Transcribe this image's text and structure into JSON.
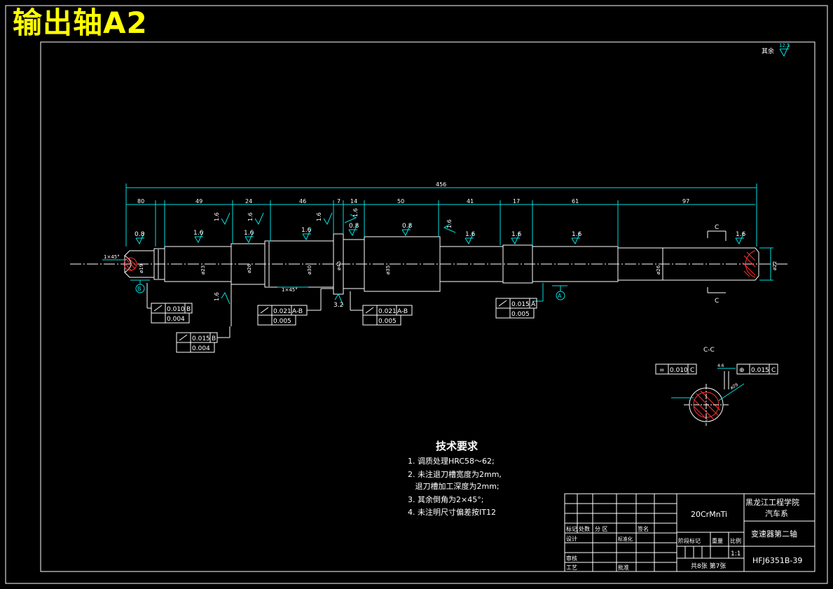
{
  "sheet_title": "输出轴A2",
  "roughness_note": {
    "label": "其余",
    "value": "12.5"
  },
  "overall_length": "456",
  "segment_dims": [
    "80",
    "49",
    "24",
    "46",
    "7",
    "14",
    "50",
    "41",
    "17",
    "61",
    "97"
  ],
  "roughness_values": [
    "0.8",
    "1.6",
    "1.6",
    "1.6",
    "1.6",
    "1.6",
    "1.6",
    "0.8",
    "0.8",
    "1.6",
    "1.6",
    "1.6",
    "1.6",
    "1.6",
    "1.6",
    "1.6",
    "3.2"
  ],
  "diameters": [
    "ø19",
    "ø23",
    "ø26",
    "ø30",
    "ø35",
    "ø45",
    "ø26",
    "ø22"
  ],
  "chamfer_left": "1×45°",
  "chamfer_mid": "1×45°",
  "datum_b": "B",
  "datum_a": "A",
  "section_c": "C",
  "section_view_label": "C-C",
  "section_dim": "4.6",
  "spline_label": "ø29",
  "tolerance_frames": [
    {
      "value": "0.010",
      "datum": "B",
      "flat": "0.004"
    },
    {
      "value": "0.015",
      "datum": "B",
      "flat": "0.004"
    },
    {
      "value": "0.021",
      "datum": "A-B",
      "flat": "0.005"
    },
    {
      "value": "0.021",
      "datum": "A-B",
      "flat": "0.005"
    },
    {
      "value": "0.015",
      "datum": "A",
      "flat": "0.005"
    }
  ],
  "section_tolerances": [
    {
      "symbol": "=",
      "value": "0.010",
      "datum": "C"
    },
    {
      "symbol": "⊕",
      "value": "0.015",
      "datum": "C"
    }
  ],
  "tech_requirements": {
    "heading": "技术要求",
    "items": [
      "1. 调质处理HRC58～62;",
      "2. 未注退刀槽宽度为2mm,",
      "   退刀槽加工深度为2mm;",
      "3. 其余倒角为2×45°;",
      "4. 未注明尺寸偏差按IT12"
    ]
  },
  "title_block": {
    "material": "20CrMnTi",
    "school": "黑龙江工程学院",
    "department": "汽车系",
    "part_name": "变速器第二轴",
    "drawing_no": "HFJ6351B-39",
    "scale": "1:1",
    "sheets": "共8张 第7张",
    "labels": {
      "mark": "标记",
      "count": "处数",
      "zone": "分 区",
      "signature": "签名",
      "design": "设计",
      "standard": "标准化",
      "review": "审核",
      "process": "工艺",
      "approve": "批准",
      "stage": "阶段标记",
      "weight": "重量",
      "scale": "比例"
    }
  },
  "colors": {
    "background": "#000000",
    "lines": "#ffffff",
    "dims": "#00e0e0",
    "title": "#ffff00",
    "hatch": "#ff3030"
  }
}
